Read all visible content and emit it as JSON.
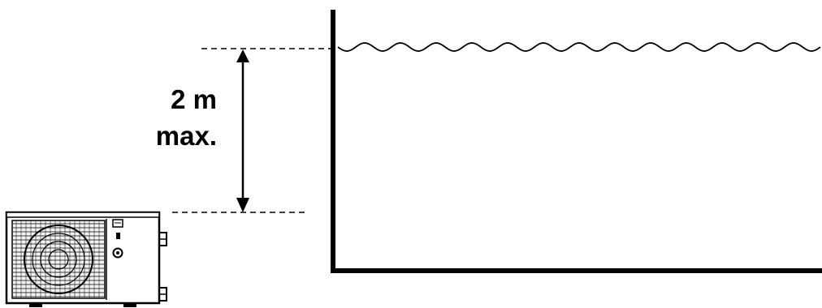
{
  "diagram": {
    "height_value": "2 m",
    "height_qualifier": "max.",
    "colors": {
      "ink": "#000000",
      "background": "#ffffff",
      "unit_panel": "#f2f2f2"
    },
    "elements": {
      "pool": "pool-outline",
      "water_surface": "water-surface-wave",
      "heat_pump": "heat-pump-unit-icon",
      "dimension_arrow": "double-headed-arrow"
    }
  }
}
